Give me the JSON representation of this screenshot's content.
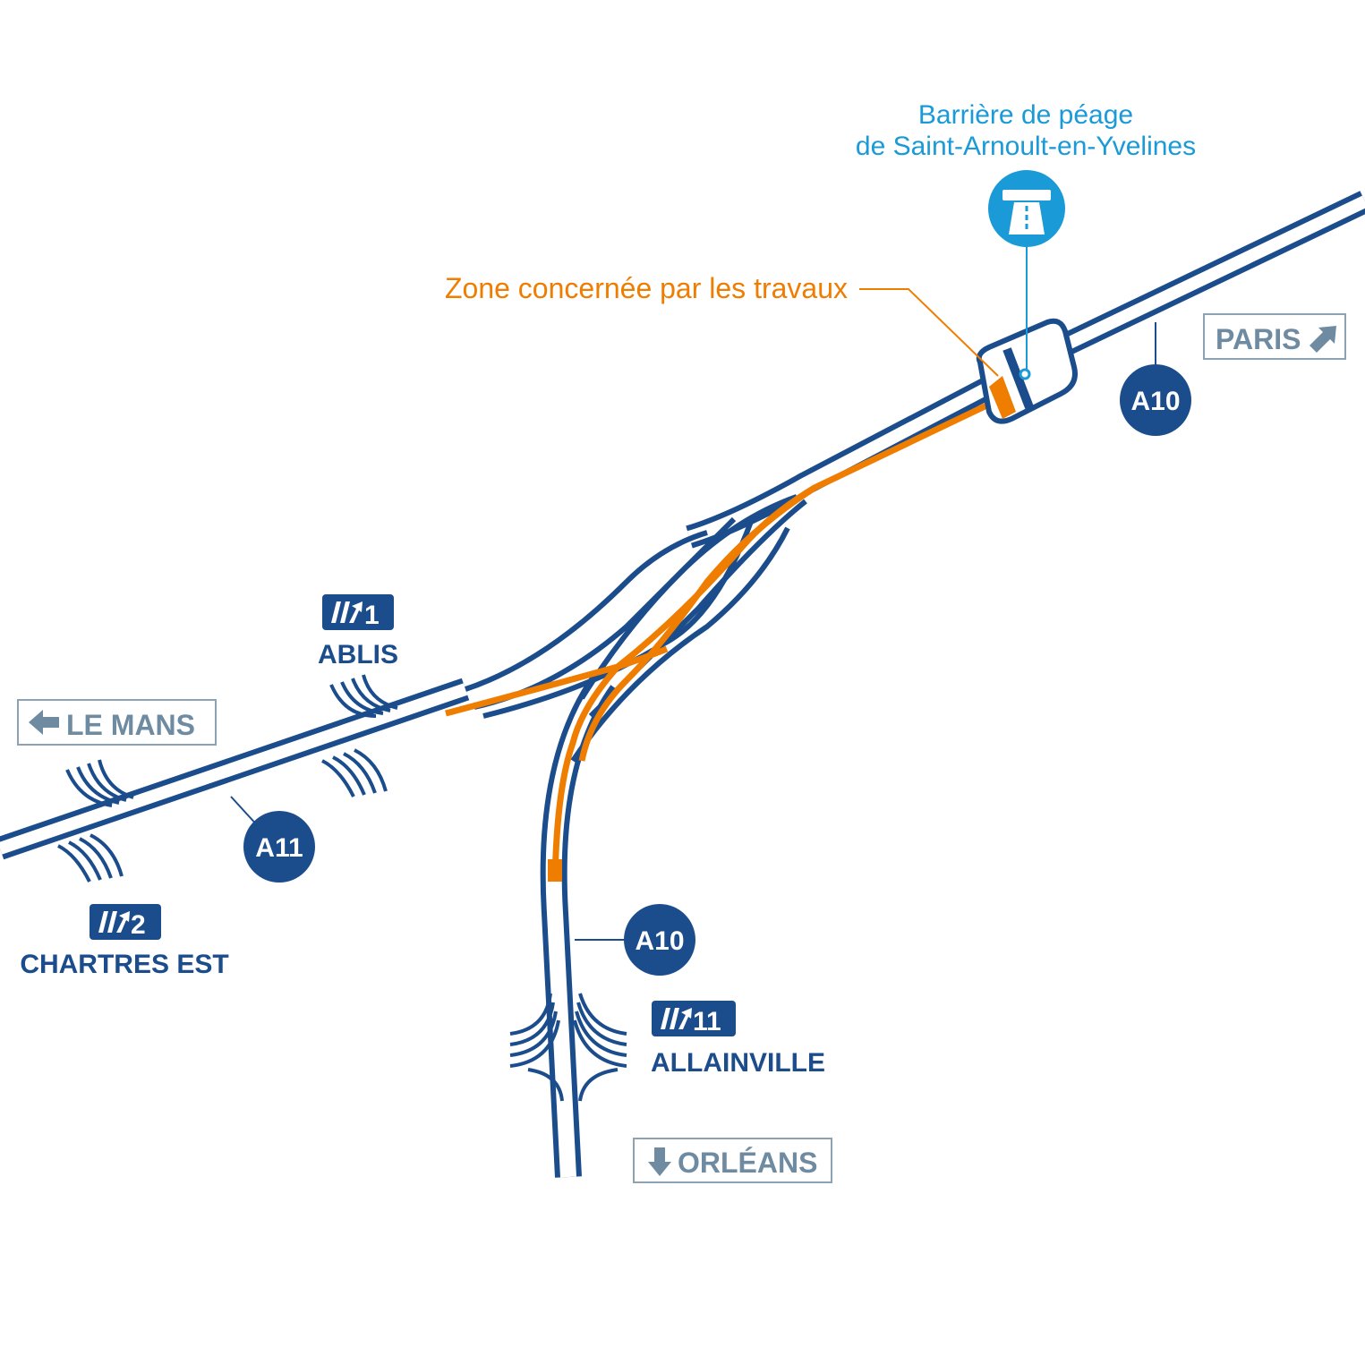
{
  "colors": {
    "road": "#1b4c8c",
    "works": "#ef7d00",
    "toll": "#1a9ad7",
    "sign_border": "#8ca3b5",
    "sign_text": "#6e8ba1",
    "background": "#ffffff"
  },
  "toll_barrier": {
    "label_line1": "Barrière de péage",
    "label_line2": "de Saint-Arnoult-en-Yvelines",
    "icon": "toll-gate-icon"
  },
  "works_zone": {
    "label": "Zone concernée par les travaux"
  },
  "direction_signs": {
    "paris": "PARIS",
    "le_mans": "LE MANS",
    "orleans": "ORLÉANS"
  },
  "route_shields": {
    "a10_north": "A10",
    "a10_south": "A10",
    "a11": "A11"
  },
  "exits": [
    {
      "number": "1",
      "name": "ABLIS",
      "icon": "exit-icon"
    },
    {
      "number": "2",
      "name": "CHARTRES EST",
      "icon": "exit-icon"
    },
    {
      "number": "11",
      "name": "ALLAINVILLE",
      "icon": "exit-icon"
    }
  ]
}
